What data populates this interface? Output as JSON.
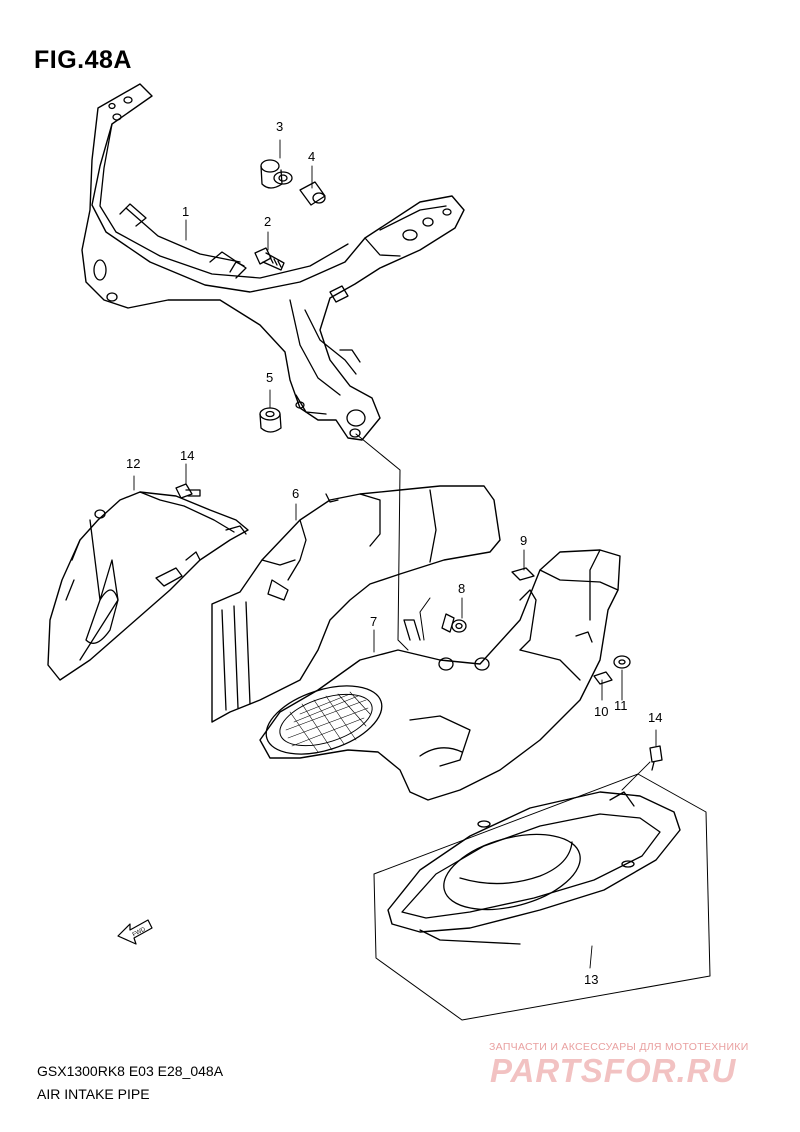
{
  "figure_title": "FIG.48A",
  "model_code": "GSX1300RK8 E03 E28_048A",
  "section_name": "AIR INTAKE PIPE",
  "fwd_arrow_label": "FWD",
  "watermark": {
    "tagline": "ЗАПЧАСТИ И АКСЕССУАРЫ ДЛЯ МОТОТЕХНИКИ",
    "brand": "PARTSFOR.RU"
  },
  "callouts": [
    {
      "id": "1",
      "label": "1"
    },
    {
      "id": "2",
      "label": "2"
    },
    {
      "id": "3",
      "label": "3"
    },
    {
      "id": "4",
      "label": "4"
    },
    {
      "id": "5",
      "label": "5"
    },
    {
      "id": "6",
      "label": "6"
    },
    {
      "id": "7",
      "label": "7"
    },
    {
      "id": "8",
      "label": "8"
    },
    {
      "id": "9",
      "label": "9"
    },
    {
      "id": "10",
      "label": "10"
    },
    {
      "id": "11",
      "label": "11"
    },
    {
      "id": "12",
      "label": "12"
    },
    {
      "id": "13",
      "label": "13"
    },
    {
      "id": "14a",
      "label": "14"
    },
    {
      "id": "14b",
      "label": "14"
    }
  ],
  "colors": {
    "line": "#000000",
    "background": "#ffffff",
    "watermark": "#e9a0a0"
  }
}
